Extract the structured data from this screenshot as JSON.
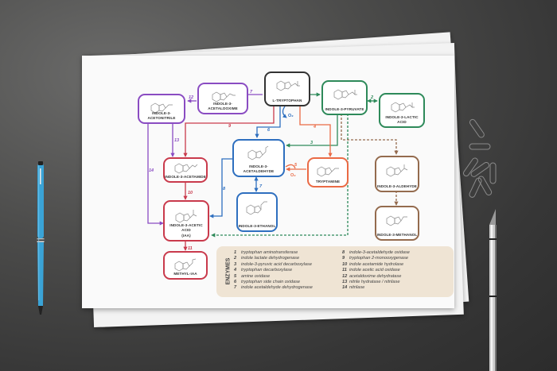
{
  "scene": {
    "description": "Printed tryptophan-dependent auxin biosynthesis pathway diagram on stacked paper sheets on a dark desk"
  },
  "colors": {
    "black": "#333333",
    "purple": "#8a4cc2",
    "green": "#2e8a5a",
    "red": "#c93a4c",
    "blue": "#2e6fbf",
    "orange": "#ea6a45",
    "brown": "#946b4e",
    "legend_bg": "#efe4d4"
  },
  "nodes": [
    {
      "id": "trp",
      "label": "L-TRYPTOPHAN",
      "color": "black"
    },
    {
      "id": "ipa",
      "label": "INDOLE-3-PYRUVATE",
      "color": "green"
    },
    {
      "id": "ila",
      "label": "INDOLE-3-LACTIC ACID",
      "color": "green"
    },
    {
      "id": "iaox",
      "label": "INDOLE-3-ACETALDOXIME",
      "color": "purple"
    },
    {
      "id": "ian",
      "label": "INDOLE-3-ACETONITRILE",
      "color": "purple"
    },
    {
      "id": "iaald",
      "label": "INDOLE-3-ACETALDEHYDE",
      "color": "blue"
    },
    {
      "id": "tam",
      "label": "TRYPTAMINE",
      "color": "orange"
    },
    {
      "id": "iam",
      "label": "INDOLE-3-ACETAMIDE",
      "color": "red"
    },
    {
      "id": "iaa",
      "label": "INDOLE-3-ACETIC ACID",
      "label2": "(IAA)",
      "color": "red"
    },
    {
      "id": "meiaa",
      "label": "METHYL-IAA",
      "color": "red"
    },
    {
      "id": "ieth",
      "label": "INDOLE-3-ETHANOL",
      "color": "blue"
    },
    {
      "id": "iald",
      "label": "INDOLE-3-ALDEHYDE",
      "color": "brown"
    },
    {
      "id": "imeth",
      "label": "INDOLE-3-METHANOL",
      "color": "brown"
    }
  ],
  "edges": [
    {
      "n": "1",
      "from": "L-TRYPTOPHAN",
      "to": "INDOLE-3-PYRUVATE"
    },
    {
      "n": "2",
      "from": "INDOLE-3-PYRUVATE",
      "to": "INDOLE-3-LACTIC ACID"
    },
    {
      "n": "3",
      "from": "INDOLE-3-PYRUVATE",
      "to": "INDOLE-3-ACETALDEHYDE"
    },
    {
      "n": "4",
      "from": "L-TRYPTOPHAN",
      "to": "TRYPTAMINE"
    },
    {
      "n": "5",
      "from": "TRYPTAMINE",
      "to": "INDOLE-3-ACETALDEHYDE",
      "note": "O2"
    },
    {
      "n": "6",
      "from": "L-TRYPTOPHAN",
      "to": "INDOLE-3-ACETALDEHYDE",
      "note": "O2"
    },
    {
      "n": "7",
      "from": "INDOLE-3-ACETALDEHYDE",
      "to": "INDOLE-3-ETHANOL"
    },
    {
      "n": "8",
      "from": "INDOLE-3-ACETALDEHYDE",
      "to": "INDOLE-3-ACETIC ACID"
    },
    {
      "n": "9",
      "from": "L-TRYPTOPHAN",
      "to": "INDOLE-3-ACETAMIDE"
    },
    {
      "n": "10",
      "from": "INDOLE-3-ACETAMIDE",
      "to": "INDOLE-3-ACETIC ACID"
    },
    {
      "n": "11",
      "from": "INDOLE-3-ACETIC ACID",
      "to": "METHYL-IAA"
    },
    {
      "n": "12",
      "from": "INDOLE-3-ACETALDOXIME",
      "to": "INDOLE-3-ACETONITRILE"
    },
    {
      "n": "13",
      "from": "INDOLE-3-ACETONITRILE",
      "to": "INDOLE-3-ACETAMIDE"
    },
    {
      "n": "14",
      "from": "INDOLE-3-ACETONITRILE",
      "to": "INDOLE-3-ACETIC ACID"
    }
  ],
  "edge_labels": {
    "o2": "O₂"
  },
  "legend": {
    "title": "ENZYMES",
    "col1": [
      {
        "n": "1",
        "name": "tryptophan aminotransferase"
      },
      {
        "n": "2",
        "name": "indole lactate dehydrogenase"
      },
      {
        "n": "3",
        "name": "indole-3-pyruvic acid decarboxylase"
      },
      {
        "n": "4",
        "name": "tryptophan decarboxylase"
      },
      {
        "n": "5",
        "name": "amine oxidase"
      },
      {
        "n": "6",
        "name": "tryptophan side chain oxidase"
      },
      {
        "n": "7",
        "name": "indole acetaldehyde dehydrogenase"
      }
    ],
    "col2": [
      {
        "n": "8",
        "name": "indole-3-acetaldehyde oxidase"
      },
      {
        "n": "9",
        "name": "tryptophan 2-monooxygenase"
      },
      {
        "n": "10",
        "name": "indole acetamide hydrolase"
      },
      {
        "n": "11",
        "name": "indole acetic acid oxidase"
      },
      {
        "n": "12",
        "name": "acetaldoxime dehydratase"
      },
      {
        "n": "13",
        "name": "nitrile hydratase / nitrilase"
      },
      {
        "n": "14",
        "name": "nitrilase"
      }
    ]
  }
}
